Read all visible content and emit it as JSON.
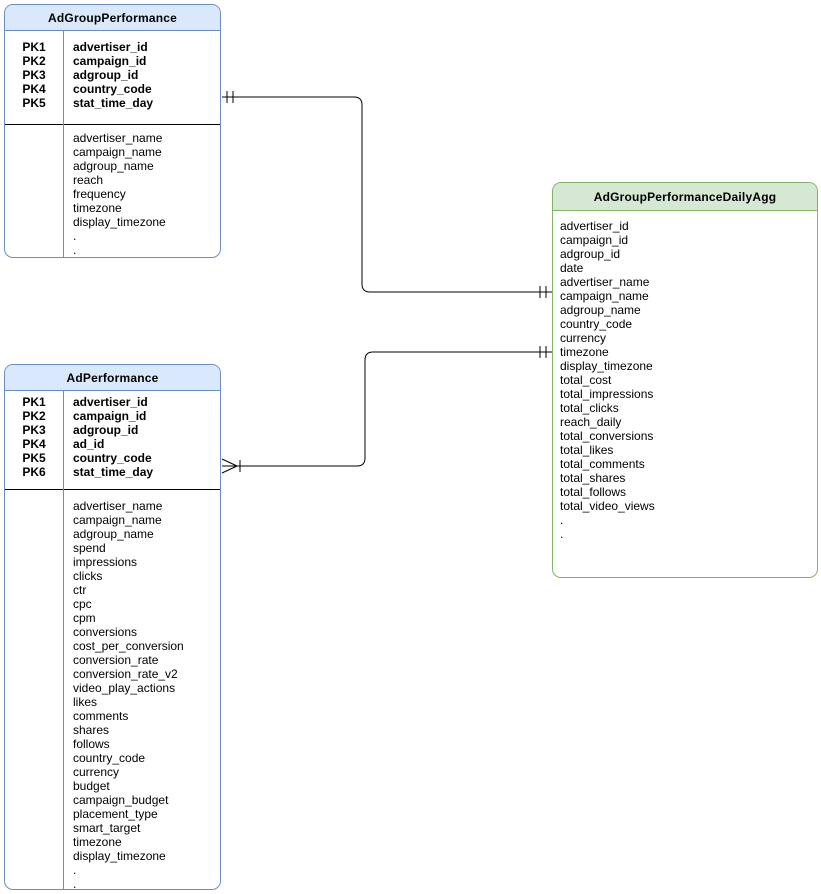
{
  "diagram": {
    "background": "#ffffff",
    "tables": [
      {
        "id": "AdGroupPerformance",
        "title": "AdGroupPerformance",
        "theme": {
          "header_fill": "#dae8fc",
          "border": "#6c8ebf",
          "section_divider": "#000000"
        },
        "primary_keys": [
          {
            "label": "PK1",
            "field": "advertiser_id"
          },
          {
            "label": "PK2",
            "field": "campaign_id"
          },
          {
            "label": "PK3",
            "field": "adgroup_id"
          },
          {
            "label": "PK4",
            "field": "country_code"
          },
          {
            "label": "PK5",
            "field": "stat_time_day"
          }
        ],
        "attributes": [
          "advertiser_name",
          "campaign_name",
          "adgroup_name",
          "reach",
          "frequency",
          "timezone",
          "display_timezone",
          ".",
          "."
        ]
      },
      {
        "id": "AdPerformance",
        "title": "AdPerformance",
        "theme": {
          "header_fill": "#dae8fc",
          "border": "#6c8ebf",
          "section_divider": "#000000"
        },
        "primary_keys": [
          {
            "label": "PK1",
            "field": "advertiser_id"
          },
          {
            "label": "PK2",
            "field": "campaign_id"
          },
          {
            "label": "PK3",
            "field": "adgroup_id"
          },
          {
            "label": "PK4",
            "field": "ad_id"
          },
          {
            "label": "PK5",
            "field": "country_code"
          },
          {
            "label": "PK6",
            "field": "stat_time_day"
          }
        ],
        "attributes": [
          "advertiser_name",
          "campaign_name",
          "adgroup_name",
          "spend",
          "impressions",
          "clicks",
          "ctr",
          "cpc",
          "cpm",
          "conversions",
          "cost_per_conversion",
          "conversion_rate",
          "conversion_rate_v2",
          "video_play_actions",
          "likes",
          "comments",
          "shares",
          "follows",
          "country_code",
          "currency",
          "budget",
          "campaign_budget",
          "placement_type",
          "smart_target",
          "timezone",
          "display_timezone",
          ".",
          "."
        ]
      },
      {
        "id": "AdGroupPerformanceDailyAgg",
        "title": "AdGroupPerformanceDailyAgg",
        "theme": {
          "header_fill": "#d5e8d4",
          "border": "#82b366"
        },
        "primary_keys": [],
        "attributes": [
          "advertiser_id",
          "campaign_id",
          "adgroup_id",
          "date",
          "advertiser_name",
          "campaign_name",
          "adgroup_name",
          "country_code",
          "currency",
          "timezone",
          "display_timezone",
          "total_cost",
          "total_impressions",
          "total_clicks",
          "reach_daily",
          "total_conversions",
          "total_likes",
          "total_comments",
          "total_shares",
          "total_follows",
          "total_video_views",
          ".",
          "."
        ]
      }
    ],
    "relationships": [
      {
        "from": "AdGroupPerformance",
        "to": "AdGroupPerformanceDailyAgg",
        "from_cardinality": "exactly-one",
        "to_cardinality": "exactly-one",
        "line_color": "#000000"
      },
      {
        "from": "AdPerformance",
        "to": "AdGroupPerformanceDailyAgg",
        "from_cardinality": "one-or-many",
        "to_cardinality": "exactly-one",
        "line_color": "#000000"
      }
    ]
  }
}
